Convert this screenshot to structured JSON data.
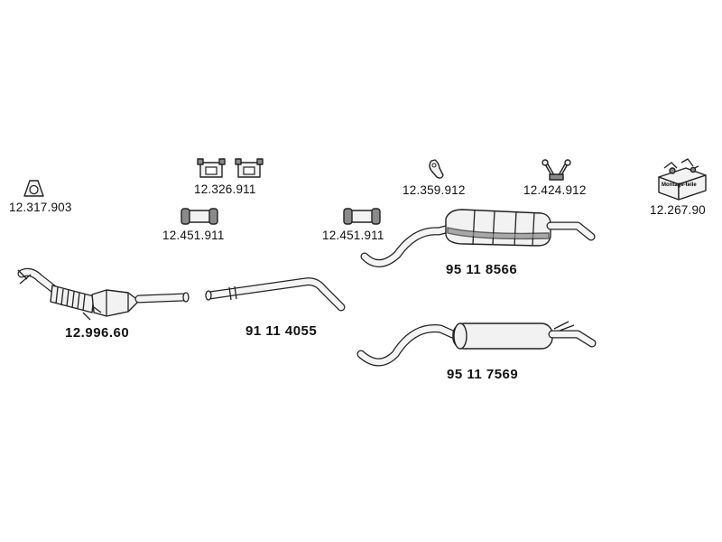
{
  "parts": [
    {
      "id": "gasket",
      "number": "12.317.903",
      "icon": "gasket-icon"
    },
    {
      "id": "rubber-mounts",
      "number": "12.326.911",
      "icon": "rubber-mount-icon"
    },
    {
      "id": "clamp-left",
      "number": "12.451.911",
      "icon": "pipe-clamp-icon"
    },
    {
      "id": "clamp-right",
      "number": "12.451.911",
      "icon": "pipe-clamp-icon"
    },
    {
      "id": "hanger",
      "number": "12.359.912",
      "icon": "hanger-icon"
    },
    {
      "id": "bracket",
      "number": "12.424.912",
      "icon": "bracket-icon"
    },
    {
      "id": "mounting-kit",
      "number": "12.267.90",
      "icon": "mounting-kit-box-icon",
      "box_text": "Montage-teile"
    },
    {
      "id": "catalytic-converter",
      "number": "12.996.60",
      "icon": "catalytic-converter-icon"
    },
    {
      "id": "intermediate-pipe",
      "number": "91 11 4055",
      "icon": "intermediate-pipe-icon"
    },
    {
      "id": "rear-silencer-1",
      "number": "95 11 8566",
      "icon": "rear-silencer-icon"
    },
    {
      "id": "rear-silencer-2",
      "number": "95 11 7569",
      "icon": "rear-silencer-icon"
    }
  ]
}
